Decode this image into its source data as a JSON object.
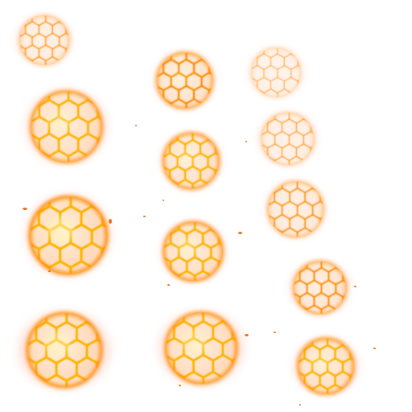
{
  "sprite_sheet": {
    "kind": "hexagon energy shield orb animation frames",
    "columns": 3,
    "background": "#ffffff",
    "colors": {
      "core_glow": "#fff3b0",
      "hex_line_hot": "#ffb300",
      "hex_line_warm": "#ff8a00",
      "outer_glow": "#ff3a10",
      "hex_fill": "#fff5f0",
      "spark": "#e8701a"
    },
    "frames": [
      {
        "id": "frame-01",
        "column": 1,
        "intensity": 0.35
      },
      {
        "id": "frame-02",
        "column": 1,
        "intensity": 0.85
      },
      {
        "id": "frame-03",
        "column": 1,
        "intensity": 1.0
      },
      {
        "id": "frame-04",
        "column": 1,
        "intensity": 0.95
      },
      {
        "id": "frame-05",
        "column": 2,
        "intensity": 0.7
      },
      {
        "id": "frame-06",
        "column": 2,
        "intensity": 0.75
      },
      {
        "id": "frame-07",
        "column": 2,
        "intensity": 0.85
      },
      {
        "id": "frame-08",
        "column": 2,
        "intensity": 0.9
      },
      {
        "id": "frame-09",
        "column": 3,
        "intensity": 0.15
      },
      {
        "id": "frame-10",
        "column": 3,
        "intensity": 0.25
      },
      {
        "id": "frame-11",
        "column": 3,
        "intensity": 0.45
      },
      {
        "id": "frame-12",
        "column": 3,
        "intensity": 0.6
      },
      {
        "id": "frame-13",
        "column": 3,
        "intensity": 0.8
      }
    ]
  }
}
